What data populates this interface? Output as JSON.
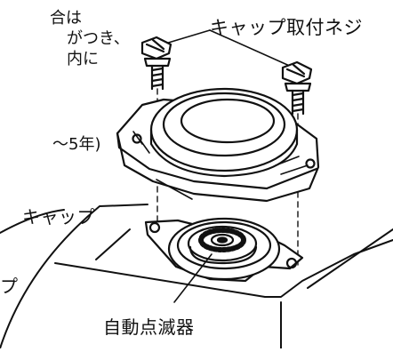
{
  "left_text_fragments": [
    "合は",
    "がつき、",
    "内に",
    "〜5年)"
  ],
  "labels": {
    "screw": "キャップ取付ネジ",
    "cap": "キャップ",
    "cap_partial": "プ",
    "flasher": "自動点滅器"
  }
}
